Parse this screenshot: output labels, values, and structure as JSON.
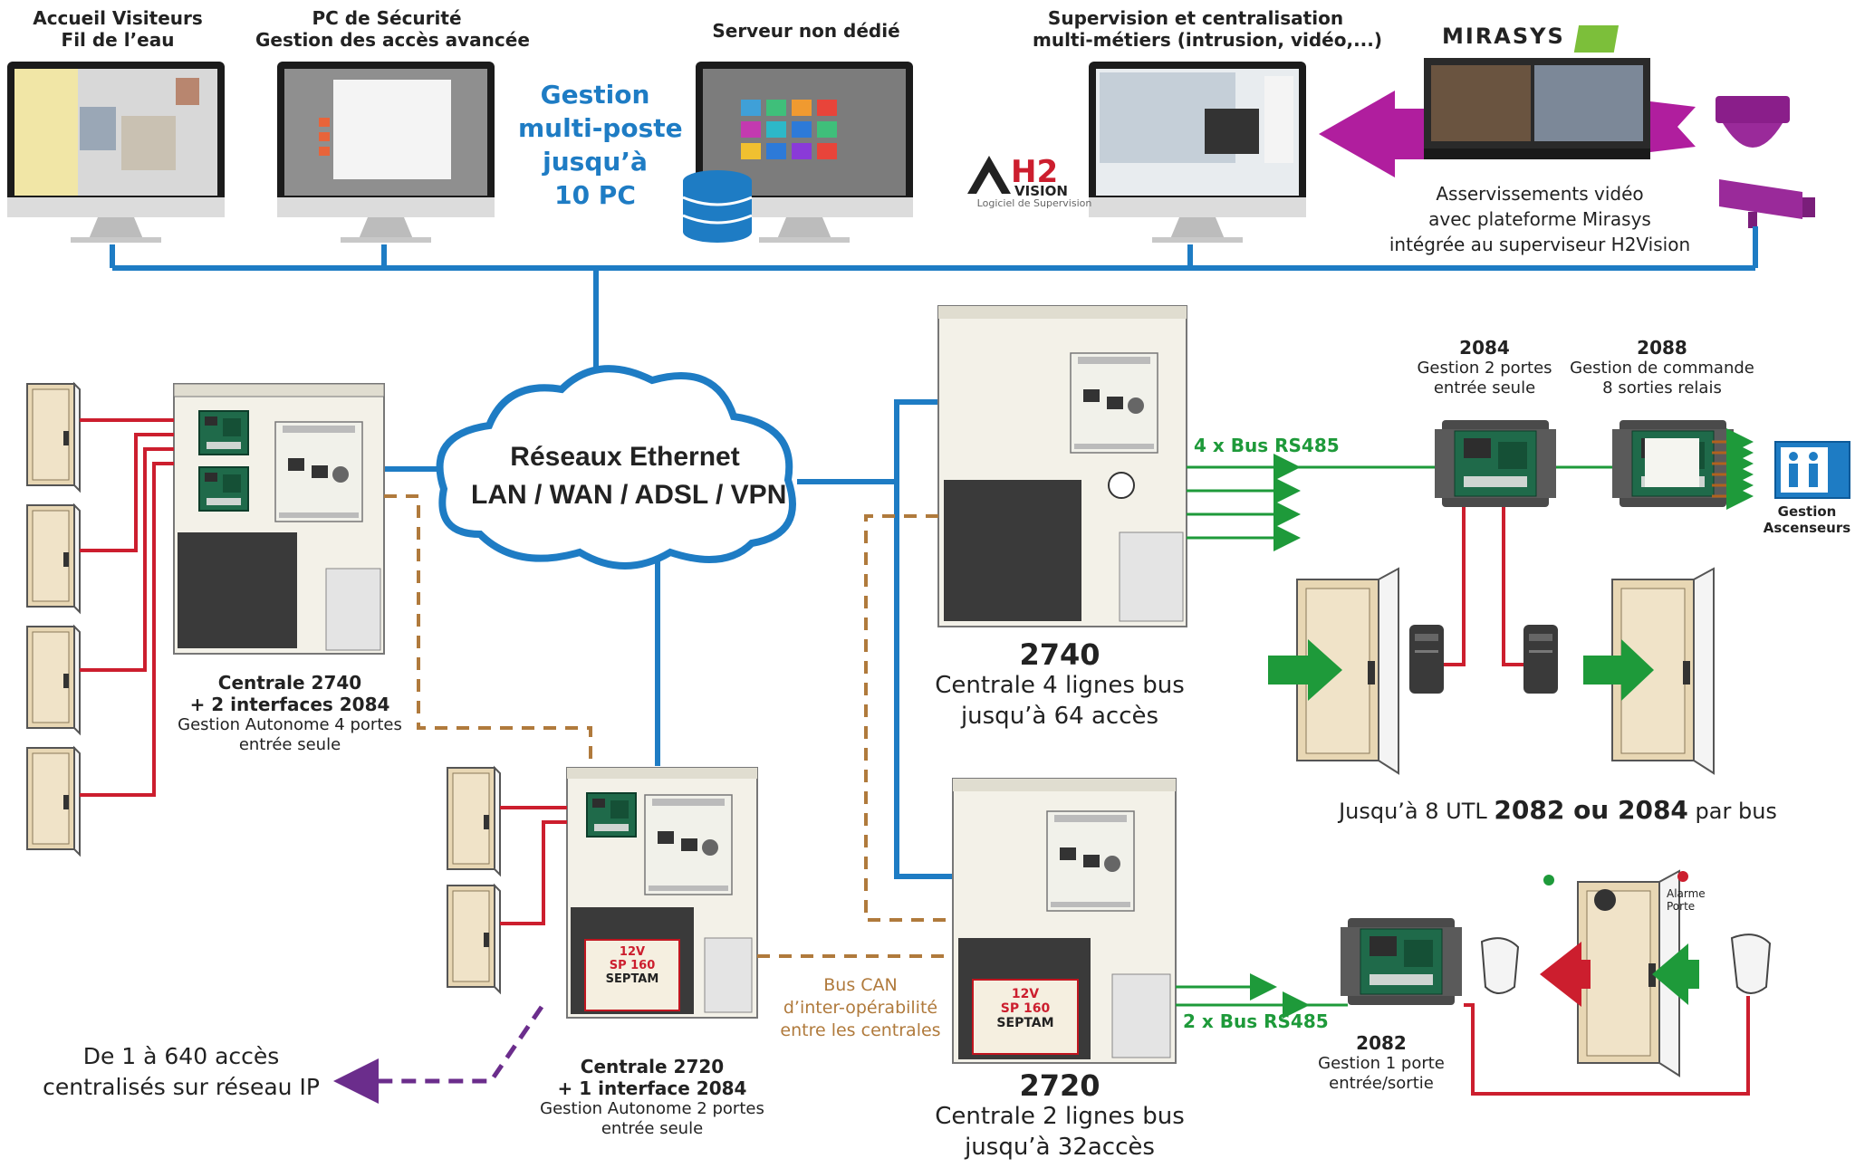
{
  "top": {
    "pc1": {
      "line1": "Accueil Visiteurs",
      "line2": "Fil de l’eau"
    },
    "pc2": {
      "line1": "PC de Sécurité",
      "line2": "Gestion des accès avancée"
    },
    "pc3": {
      "line1": "Serveur non dédié"
    },
    "pc4": {
      "line1": "Supervision et centralisation",
      "line2": "multi-métiers (intrusion, vidéo,...)"
    },
    "multiposte": [
      "Gestion",
      "multi-poste",
      "jusqu’à",
      "10 PC"
    ],
    "mirasys_logo": "MIRASYS",
    "h2_logo": {
      "main": "H2",
      "sub": "VISION",
      "caption": "Logiciel de Supervision"
    },
    "video_caption": [
      "Asservissements vidéo",
      "avec plateforme Mirasys",
      "intégrée au superviseur H2Vision"
    ]
  },
  "cloud": {
    "line1": "Réseaux Ethernet",
    "line2": "LAN / WAN / ADSL / VPN"
  },
  "c2740_left": {
    "l1": "Centrale 2740",
    "l2": "+ 2 interfaces 2084",
    "l3": "Gestion Autonome 4 portes",
    "l4": "entrée seule"
  },
  "c2720_left": {
    "l1": "Centrale 2720",
    "l2": "+ 1 interface 2084",
    "l3": "Gestion Autonome 2 portes",
    "l4": "entrée seule"
  },
  "c2740_main": {
    "num": "2740",
    "l1": "Centrale 4 lignes bus",
    "l2": "jusqu’à 64 accès"
  },
  "c2720_main": {
    "num": "2720",
    "l1": "Centrale 2 lignes bus",
    "l2": "jusqu’à 32accès"
  },
  "bus4": "4 x Bus RS485",
  "bus2": "2 x Bus RS485",
  "m2084": {
    "num": "2084",
    "l1": "Gestion 2 portes",
    "l2": "entrée seule"
  },
  "m2088": {
    "num": "2088",
    "l1": "Gestion de commande",
    "l2": "8 sorties relais"
  },
  "m2082": {
    "num": "2082",
    "l1": "Gestion 1 porte",
    "l2": "entrée/sortie"
  },
  "ascenseurs": [
    "Gestion",
    "Ascenseurs"
  ],
  "utl": {
    "prefix": "Jusqu’à 8 UTL ",
    "bold": "2082 ou 2084",
    "suffix": " par bus"
  },
  "alarme": [
    "Alarme",
    "Porte"
  ],
  "buscan": [
    "Bus CAN",
    "d’inter-opérabilité",
    "entre les centrales"
  ],
  "ip": [
    "De 1 à 640 accès",
    "centralisés sur réseau IP"
  ],
  "battery": {
    "v": "12V",
    "model": "SP 160",
    "brand": "SEPTAM"
  },
  "colors": {
    "network": "#1e7cc4",
    "bus485": "#1e9a3a",
    "buscan": "#b07a3c",
    "wire": "#cc1e2e",
    "ip": "#6b2d8c",
    "video": "#b01e9e"
  },
  "icons": [
    "monitor-icon",
    "database-icon",
    "cloud-icon",
    "dome-camera-icon",
    "bullet-camera-icon",
    "door-icon",
    "card-reader-icon",
    "elevator-icon",
    "arrow-icon"
  ]
}
